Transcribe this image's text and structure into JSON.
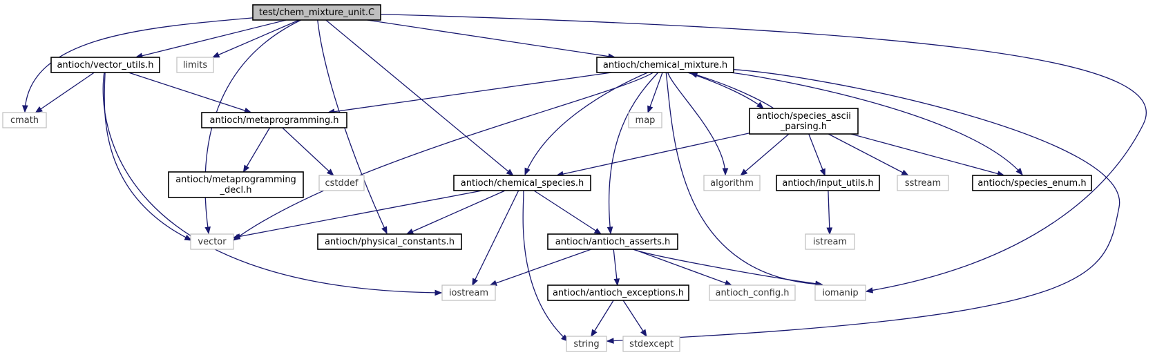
{
  "graph": {
    "nodes": [
      {
        "id": "root",
        "kind": "root",
        "lines": [
          "test/chem_mixture_unit.C"
        ]
      },
      {
        "id": "vector_utils",
        "kind": "doc",
        "lines": [
          "antioch/vector_utils.h"
        ]
      },
      {
        "id": "limits",
        "kind": "ext",
        "lines": [
          "limits"
        ]
      },
      {
        "id": "chemical_mixture",
        "kind": "doc",
        "lines": [
          "antioch/chemical_mixture.h"
        ]
      },
      {
        "id": "cmath",
        "kind": "ext",
        "lines": [
          "cmath"
        ]
      },
      {
        "id": "metaprogramming",
        "kind": "doc",
        "lines": [
          "antioch/metaprogramming.h"
        ]
      },
      {
        "id": "map",
        "kind": "ext",
        "lines": [
          "map"
        ]
      },
      {
        "id": "species_ascii",
        "kind": "doc",
        "lines": [
          "antioch/species_ascii",
          "_parsing.h"
        ]
      },
      {
        "id": "metaprogramming_decl",
        "kind": "doc",
        "lines": [
          "antioch/metaprogramming",
          "_decl.h"
        ]
      },
      {
        "id": "cstddef",
        "kind": "ext",
        "lines": [
          "cstddef"
        ]
      },
      {
        "id": "chemical_species",
        "kind": "doc",
        "lines": [
          "antioch/chemical_species.h"
        ]
      },
      {
        "id": "algorithm",
        "kind": "ext",
        "lines": [
          "algorithm"
        ]
      },
      {
        "id": "input_utils",
        "kind": "doc",
        "lines": [
          "antioch/input_utils.h"
        ]
      },
      {
        "id": "sstream",
        "kind": "ext",
        "lines": [
          "sstream"
        ]
      },
      {
        "id": "species_enum",
        "kind": "doc",
        "lines": [
          "antioch/species_enum.h"
        ]
      },
      {
        "id": "vector",
        "kind": "ext",
        "lines": [
          "vector"
        ]
      },
      {
        "id": "physical_constants",
        "kind": "doc",
        "lines": [
          "antioch/physical_constants.h"
        ]
      },
      {
        "id": "antioch_asserts",
        "kind": "doc",
        "lines": [
          "antioch/antioch_asserts.h"
        ]
      },
      {
        "id": "istream",
        "kind": "ext",
        "lines": [
          "istream"
        ]
      },
      {
        "id": "iostream",
        "kind": "ext",
        "lines": [
          "iostream"
        ]
      },
      {
        "id": "antioch_exceptions",
        "kind": "doc",
        "lines": [
          "antioch/antioch_exceptions.h"
        ]
      },
      {
        "id": "antioch_config",
        "kind": "ext",
        "lines": [
          "antioch_config.h"
        ]
      },
      {
        "id": "iomanip",
        "kind": "ext",
        "lines": [
          "iomanip"
        ]
      },
      {
        "id": "string",
        "kind": "ext",
        "lines": [
          "string"
        ]
      },
      {
        "id": "stdexcept",
        "kind": "ext",
        "lines": [
          "stdexcept"
        ]
      }
    ],
    "edges": [
      [
        "root",
        "cmath"
      ],
      [
        "root",
        "vector_utils"
      ],
      [
        "root",
        "limits"
      ],
      [
        "root",
        "vector"
      ],
      [
        "root",
        "physical_constants"
      ],
      [
        "root",
        "chemical_species"
      ],
      [
        "root",
        "chemical_mixture"
      ],
      [
        "root",
        "iomanip"
      ],
      [
        "vector_utils",
        "cmath"
      ],
      [
        "vector_utils",
        "metaprogramming"
      ],
      [
        "vector_utils",
        "vector"
      ],
      [
        "vector_utils",
        "iostream"
      ],
      [
        "chemical_mixture",
        "metaprogramming"
      ],
      [
        "chemical_mixture",
        "vector"
      ],
      [
        "chemical_mixture",
        "chemical_species"
      ],
      [
        "chemical_mixture",
        "antioch_asserts"
      ],
      [
        "chemical_mixture",
        "map"
      ],
      [
        "chemical_mixture",
        "iomanip"
      ],
      [
        "chemical_mixture",
        "algorithm"
      ],
      [
        "chemical_mixture",
        "species_ascii"
      ],
      [
        "chemical_mixture",
        "species_enum"
      ],
      [
        "chemical_mixture",
        "string"
      ],
      [
        "species_ascii",
        "chemical_mixture"
      ],
      [
        "species_ascii",
        "chemical_species"
      ],
      [
        "species_ascii",
        "algorithm"
      ],
      [
        "species_ascii",
        "input_utils"
      ],
      [
        "species_ascii",
        "sstream"
      ],
      [
        "species_ascii",
        "species_enum"
      ],
      [
        "metaprogramming",
        "metaprogramming_decl"
      ],
      [
        "metaprogramming",
        "cstddef"
      ],
      [
        "chemical_species",
        "vector"
      ],
      [
        "chemical_species",
        "physical_constants"
      ],
      [
        "chemical_species",
        "antioch_asserts"
      ],
      [
        "chemical_species",
        "iostream"
      ],
      [
        "chemical_species",
        "string"
      ],
      [
        "input_utils",
        "istream"
      ],
      [
        "antioch_asserts",
        "iostream"
      ],
      [
        "antioch_asserts",
        "antioch_exceptions"
      ],
      [
        "antioch_asserts",
        "antioch_config"
      ],
      [
        "antioch_asserts",
        "iomanip"
      ],
      [
        "antioch_exceptions",
        "string"
      ],
      [
        "antioch_exceptions",
        "stdexcept"
      ]
    ]
  }
}
